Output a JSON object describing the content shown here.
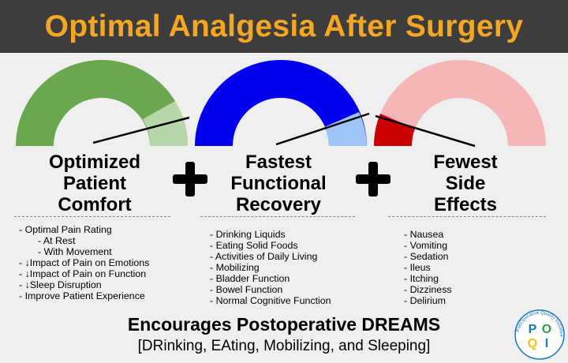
{
  "header": {
    "title": "Optimal Analgesia After Surgery"
  },
  "columns": [
    {
      "title_lines": [
        "Optimized",
        "Patient",
        "Comfort"
      ],
      "gauge_color": "#6aa84f",
      "gauge_fill_color": "#b6d7a8",
      "items": [
        {
          "text": "- Optimal Pain Rating"
        },
        {
          "text": "- At Rest"
        },
        {
          "text": "- With Movement"
        },
        {
          "prefix": "- ",
          "text": "Impact of Pain on Emotions"
        },
        {
          "prefix": "- ",
          "text": "Impact of Pain on Function"
        },
        {
          "prefix": "- ",
          "text": "Sleep Disruption"
        },
        {
          "text": "- Improve Patient Experience"
        }
      ]
    },
    {
      "title_lines": [
        "Fastest",
        "Functional",
        "Recovery"
      ],
      "gauge_color": "#0000ee",
      "gauge_fill_color": "#9fc5f8",
      "items": [
        {
          "text": "- Drinking Liquids"
        },
        {
          "text": "- Eating Solid Foods"
        },
        {
          "text": "- Activities of Daily Living"
        },
        {
          "text": "- Mobilizing"
        },
        {
          "text": "- Bladder Function"
        },
        {
          "text": "- Bowel Function"
        },
        {
          "text": "- Normal Cognitive Function"
        }
      ]
    },
    {
      "title_lines": [
        "Fewest",
        "Side",
        "Effects"
      ],
      "gauge_color": "#f4b6b6",
      "gauge_fill_color": "#cc0000",
      "items": [
        {
          "text": "- Nausea"
        },
        {
          "text": "- Vomiting"
        },
        {
          "text": "- Sedation"
        },
        {
          "text": "- Ileus"
        },
        {
          "text": "- Itching"
        },
        {
          "text": "- Dizziness"
        },
        {
          "text": "- Delirium"
        }
      ]
    }
  ],
  "footer": {
    "main": "Encourages Postoperative DREAMS",
    "sub": "[DRinking, EAting, Mobilizing, and Sleeping]"
  },
  "logo": {
    "letters": [
      "P",
      "O",
      "Q",
      "I"
    ],
    "ring_text": "PeriOperative Quality Initiative",
    "colors": [
      "#1f77c0",
      "#2e9e44",
      "#f2c40f"
    ]
  }
}
